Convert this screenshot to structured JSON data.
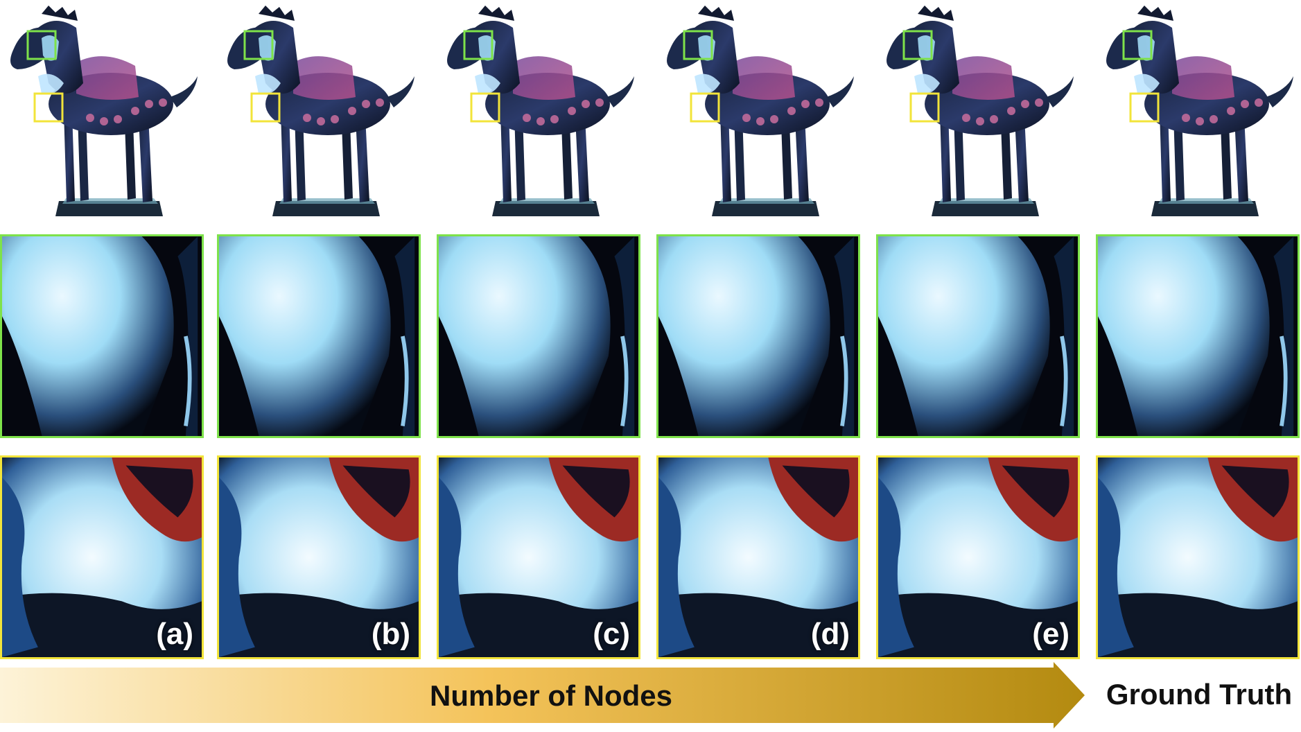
{
  "figure": {
    "panel_labels": [
      "(a)",
      "(b)",
      "(c)",
      "(d)",
      "(e)",
      ""
    ],
    "arrow_label": "Number of Nodes",
    "ground_truth_label": "Ground Truth",
    "colors": {
      "zoom_box_green": "#7ee24a",
      "zoom_box_yellow": "#f2e43a",
      "arrow_start": "#fdf3d8",
      "arrow_end": "#b38a10",
      "text": "#111111"
    }
  }
}
